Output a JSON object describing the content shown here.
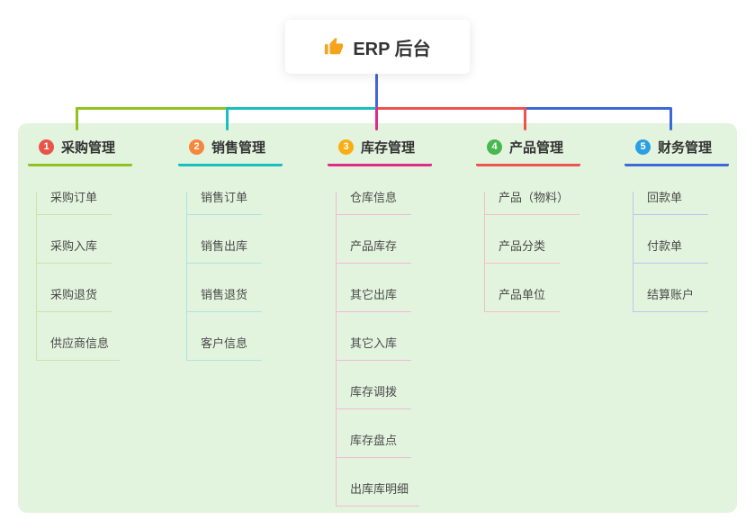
{
  "root": {
    "title": "ERP 后台",
    "icon": "thumbs-up-icon",
    "icon_color": "#f5a31a"
  },
  "colors": {
    "panel_background": "#e3f4de",
    "stem_blue": "#4565d8"
  },
  "branches": [
    {
      "num": "1",
      "title": "采购管理",
      "line_color": "#8fc320",
      "child_line_color": "#c9e4a9",
      "badge_color": "#e8544a",
      "css": "--c:#8fc320;--cl:#c9e4a9;--badge:#e8544a;",
      "children": [
        "采购订单",
        "采购入库",
        "采购退货",
        "供应商信息"
      ]
    },
    {
      "num": "2",
      "title": "销售管理",
      "line_color": "#17c0bf",
      "child_line_color": "#a9e5e0",
      "badge_color": "#f6863b",
      "css": "--c:#17c0bf;--cl:#a9e5e0;--badge:#f6863b;",
      "children": [
        "销售订单",
        "销售出库",
        "销售退货",
        "客户信息"
      ]
    },
    {
      "num": "3",
      "title": "库存管理",
      "line_color": "#e02a89",
      "child_line_color": "#f2b9d6",
      "badge_color": "#f9ae13",
      "css": "--c:#e02a89;--cl:#f2b9d6;--badge:#f9ae13;",
      "children": [
        "仓库信息",
        "产品库存",
        "其它出库",
        "其它入库",
        "库存调拨",
        "库存盘点",
        "出库库明细"
      ]
    },
    {
      "num": "4",
      "title": "产品管理",
      "line_color": "#ed544e",
      "child_line_color": "#f6c0ba",
      "badge_color": "#46b84e",
      "css": "--c:#ed544e;--cl:#f6c0ba;--badge:#46b84e;",
      "children": [
        "产品（物料）",
        "产品分类",
        "产品单位"
      ]
    },
    {
      "num": "5",
      "title": "财务管理",
      "line_color": "#3e68d8",
      "child_line_color": "#b9c8ee",
      "badge_color": "#2aa0e2",
      "css": "--c:#3e68d8;--cl:#b9c8ee;--badge:#2aa0e2;",
      "children": [
        "回款单",
        "付款单",
        "结算账户"
      ]
    }
  ]
}
